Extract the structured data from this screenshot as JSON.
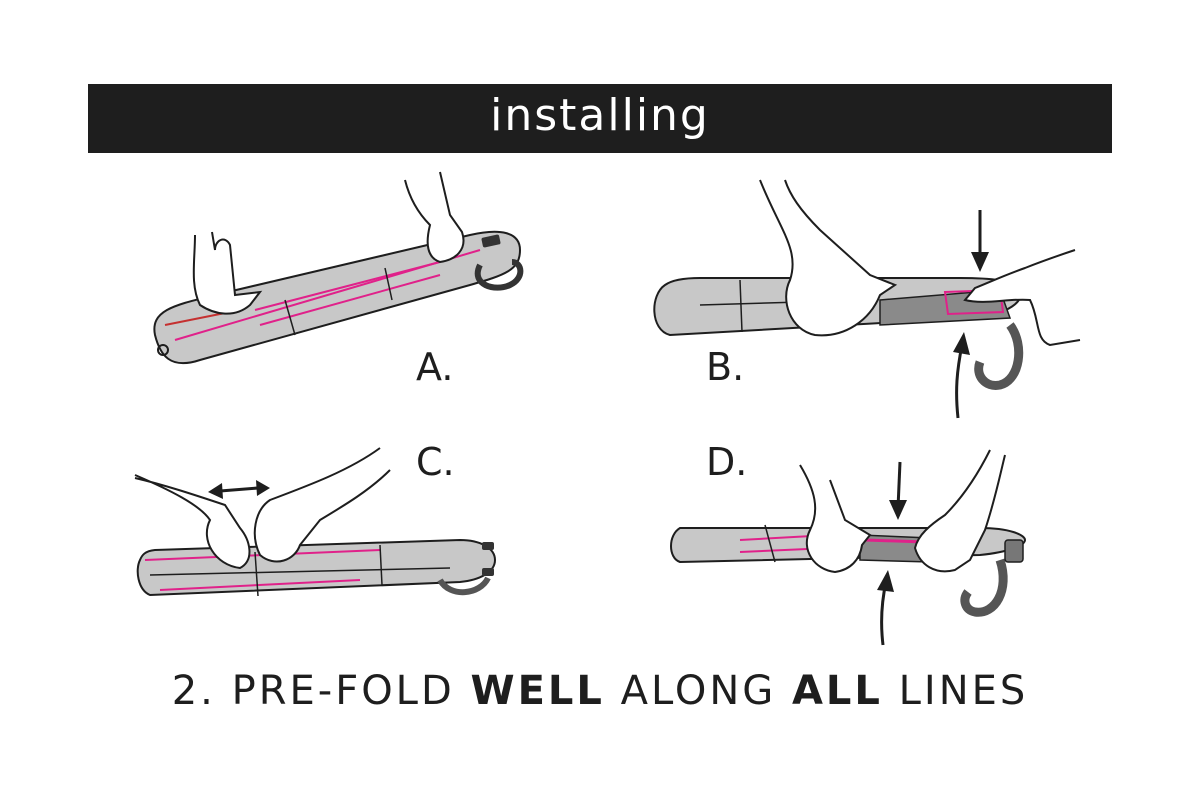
{
  "header": {
    "title": "installing"
  },
  "steps": [
    {
      "id": "A",
      "label": "A."
    },
    {
      "id": "B",
      "label": "B."
    },
    {
      "id": "C",
      "label": "C."
    },
    {
      "id": "D",
      "label": "D."
    }
  ],
  "caption": {
    "part1": "2. PRE-FOLD ",
    "bold1": "WELL",
    "part2": " ALONG ",
    "bold2": "ALL",
    "part3": " LINES"
  },
  "colors": {
    "banner": "#1e1e1e",
    "fabric": "#c8c8c8",
    "fold_line": "#e0218a",
    "strap": "#555555",
    "ink": "#1e1e1e"
  }
}
